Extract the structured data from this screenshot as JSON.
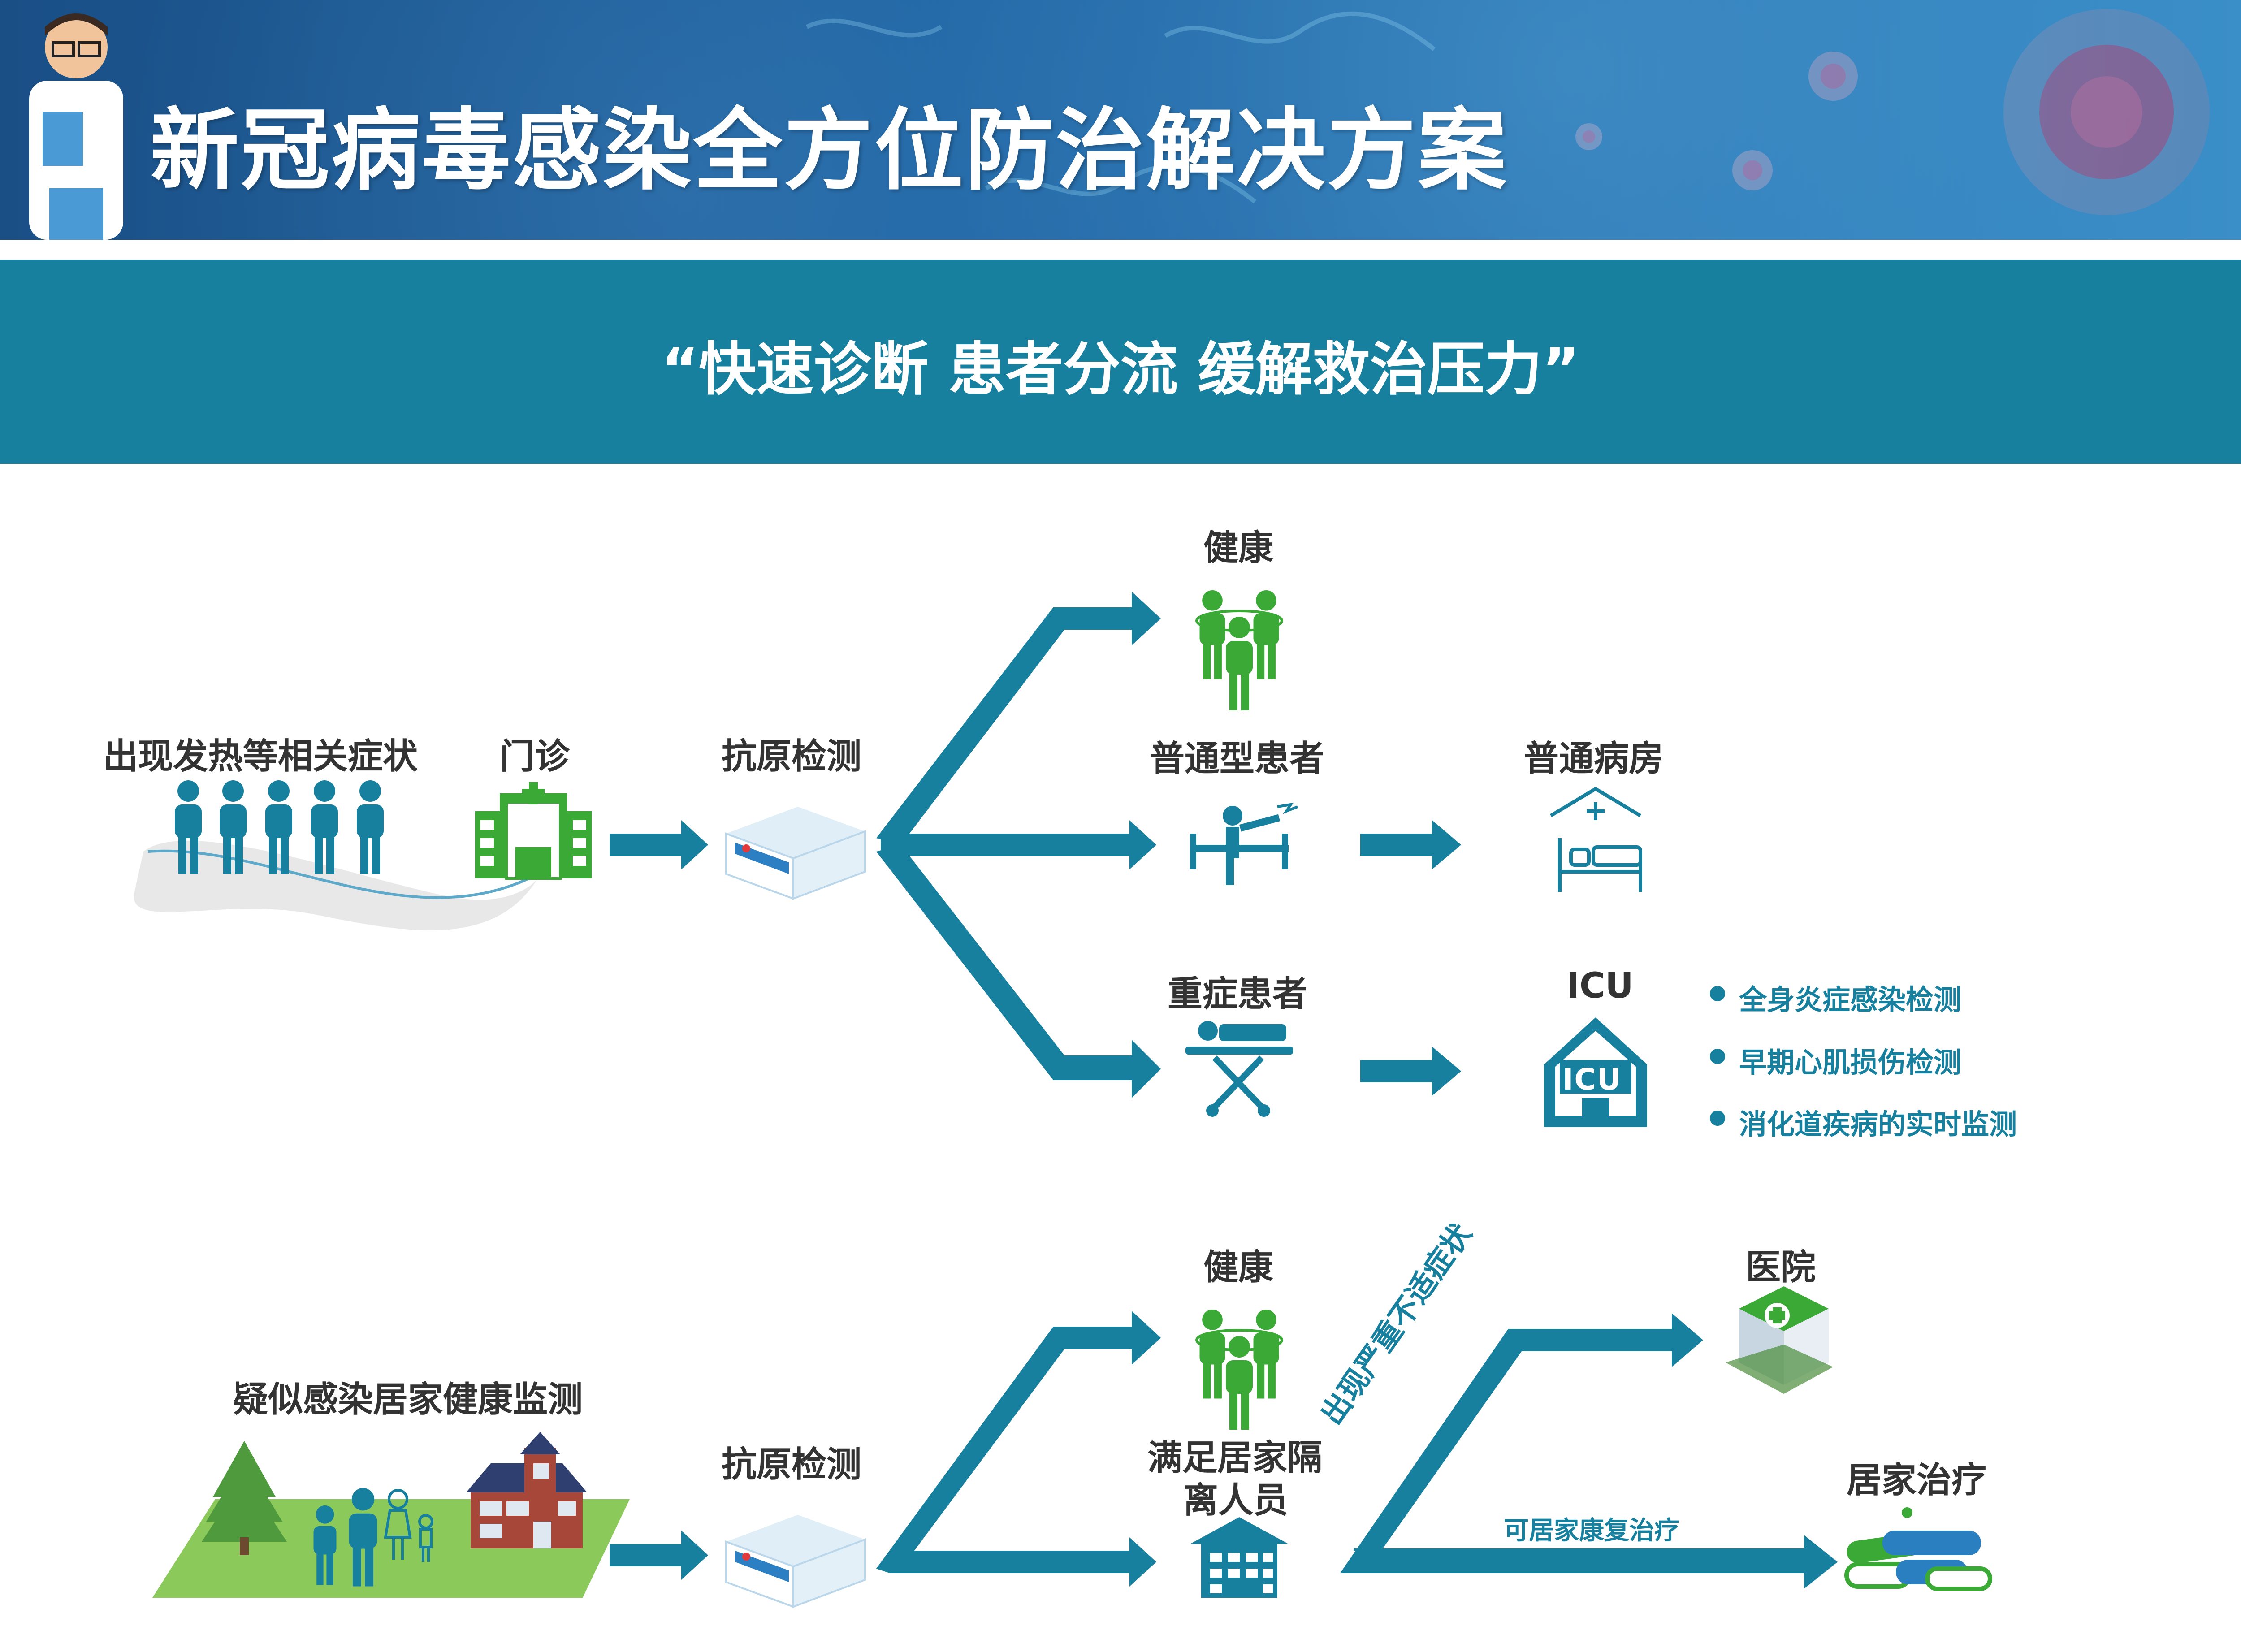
{
  "header": {
    "title": "新冠病毒感染全方位防治解决方案"
  },
  "slogan": "“快速诊断 患者分流 缓解救治压力”",
  "flow1": {
    "symptoms_label": "出现发热等相关症状",
    "outpatient_label": "门诊",
    "antigen_label": "抗原检测",
    "healthy_label": "健康",
    "common_patient_label": "普通型患者",
    "common_ward_label": "普通病房",
    "severe_patient_label": "重症患者",
    "icu_label": "ICU",
    "icu_sign": "ICU",
    "icu_items": [
      "全身炎症感染检测",
      "早期心肌损伤检测",
      "消化道疾病的实时监测"
    ]
  },
  "flow2": {
    "home_monitor_label": "疑似感染居家健康监测",
    "antigen_label": "抗原检测",
    "healthy_label": "健康",
    "isolation_label_line1": "满足居家隔",
    "isolation_label_line2": "离人员",
    "hospital_label": "医院",
    "home_treatment_label": "居家治疗",
    "severe_symptom_text": "出现严重不适症状",
    "recover_text": "可居家康复治疗"
  },
  "colors": {
    "teal": "#18809f",
    "green": "#3aa935",
    "header_blue": "#1f64a3"
  }
}
